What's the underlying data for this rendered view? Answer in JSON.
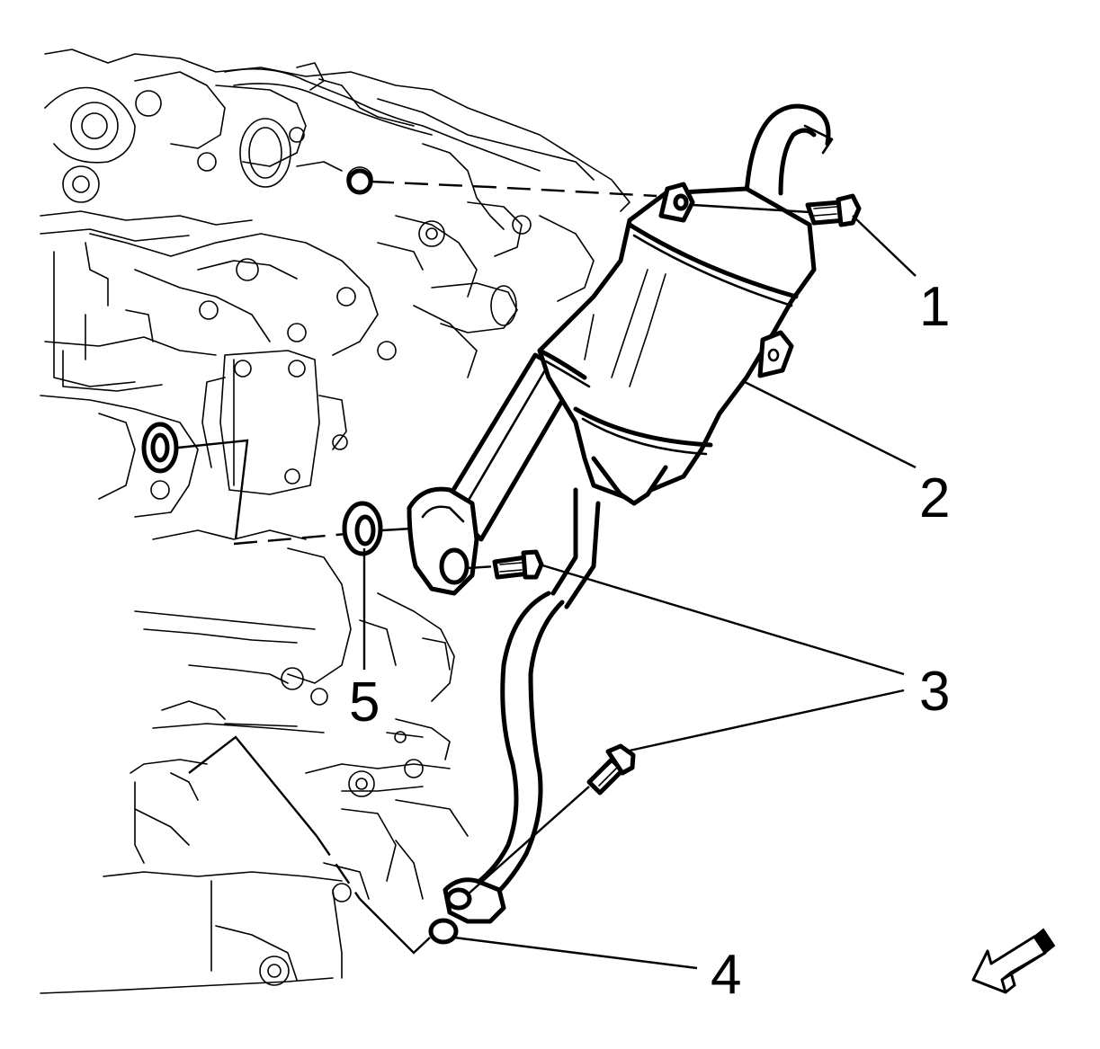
{
  "callouts": [
    {
      "id": "1",
      "label": "1"
    },
    {
      "id": "2",
      "label": "2"
    },
    {
      "id": "3",
      "label": "3"
    },
    {
      "id": "4",
      "label": "4"
    },
    {
      "id": "5",
      "label": "5"
    }
  ],
  "colors": {
    "line": "#000000",
    "background": "#ffffff"
  },
  "icons": {
    "orientation": "front-direction-arrow-icon"
  }
}
